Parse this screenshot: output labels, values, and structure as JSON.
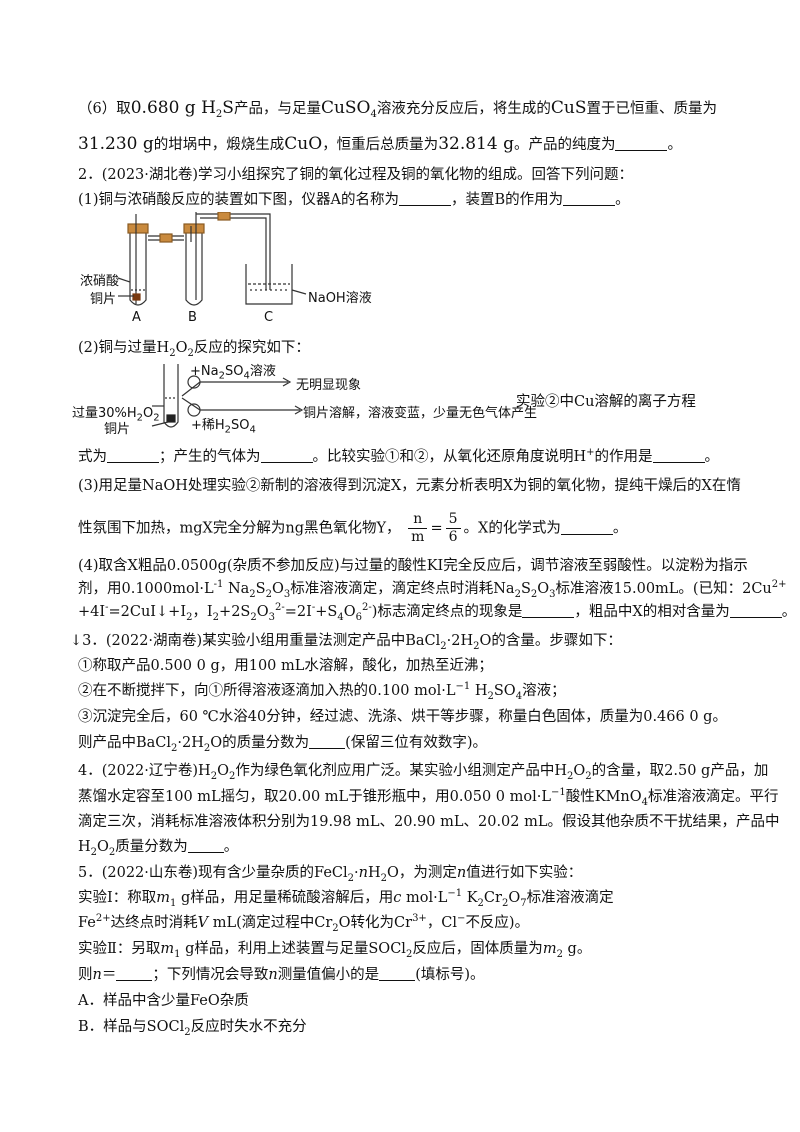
{
  "q6": {
    "l1_a": "（6）取",
    "l1_m": "0.680 g H",
    "l1_s1": "2",
    "l1_b": "S",
    "l1_c": "产品，与足量",
    "l1_d": "CuSO",
    "l1_s2": "4",
    "l1_e": "溶液充分反应后，将生成的",
    "l1_f": "CuS",
    "l1_g": "置于已恒重、质量为",
    "l2_a": "31.230 g",
    "l2_b": "的坩埚中，煅烧生成",
    "l2_c": "CuO",
    "l2_d": "，恒重后总质量为",
    "l2_e": "32.814 g",
    "l2_f": "。产品的纯度为",
    "l2_g": "。"
  },
  "p2": {
    "head": "2．(2023·湖北卷)学习小组探究了铜的氧化过程及铜的氧化物的组成。回答下列问题：",
    "q1_a": "(1)铜与浓硝酸反应的装置如下图，仪器A的名称为",
    "q1_b": "，装置B的作用为",
    "q1_c": "。",
    "fig1": {
      "acid": "浓硝酸",
      "copper": "铜片",
      "naoh": "NaOH溶液",
      "lab_a": "A",
      "lab_b": "B",
      "lab_c": "C"
    },
    "q2_a": "(2)铜与过量H",
    "q2_s1": "2",
    "q2_b": "O",
    "q2_s2": "2",
    "q2_c": "反应的探究如下：",
    "fig2": {
      "h2o2_a": "过量30%H",
      "h2o2_s1": "2",
      "h2o2_b": "O",
      "h2o2_s2": "2",
      "copper": "铜片",
      "c1": "①",
      "c2": "②",
      "add1_a": "+Na",
      "add1_s1": "2",
      "add1_b": "SO",
      "add1_s2": "4",
      "add1_c": "溶液",
      "res1": "无明显现象",
      "add2_a": "+稀H",
      "add2_s1": "2",
      "add2_b": "SO",
      "add2_s2": "4",
      "res2": "铜片溶解，溶液变蓝，少量无色气体产生"
    },
    "side_note": "实验②中Cu溶解的离子方程",
    "q2_l2_a": "式为",
    "q2_l2_b": "；产生的气体为",
    "q2_l2_c": "。比较实验①和②，从氧化还原角度说明H",
    "q2_l2_sup": "+",
    "q2_l2_d": "的作用是",
    "q2_l2_e": "。",
    "q3_l1": "(3)用足量NaOH处理实验②新制的溶液得到沉淀X，元素分析表明X为铜的氧化物，提纯干燥后的X在惰",
    "q3_l2_a": "性氛围下加热，mgX完全分解为ng黑色氧化物Y，",
    "frac_n": "n",
    "frac_m": "m",
    "eq": "=",
    "frac_5": "5",
    "frac_6": "6",
    "q3_l2_b": "。X的化学式为",
    "q3_l2_c": "。",
    "q4_l1": "(4)取含X粗品0.0500g(杂质不参加反应)与过量的酸性KI完全反应后，调节溶液至弱酸性。以淀粉为指示",
    "q4_l2_a": "剂，用0.1000mol·L",
    "q4_l2_sup1": "-1",
    "q4_l2_b": "Na",
    "q4_l2_s1": "2",
    "q4_l2_c": "S",
    "q4_l2_s2": "2",
    "q4_l2_d": "O",
    "q4_l2_s3": "3",
    "q4_l2_e": "标准溶液滴定，滴定终点时消耗Na",
    "q4_l2_s4": "2",
    "q4_l2_f": "S",
    "q4_l2_s5": "2",
    "q4_l2_g": "O",
    "q4_l2_s6": "3",
    "q4_l2_h": "标准溶液15.00mL。(已知：2Cu",
    "q4_l2_sup2": "2+",
    "q4_l3_a": "+4I",
    "q4_l3_sup1": "-",
    "q4_l3_b": "=2CuI↓+I",
    "q4_l3_s1": "2",
    "q4_l3_c": "，I",
    "q4_l3_s2": "2",
    "q4_l3_d": "+2S",
    "q4_l3_s3": "2",
    "q4_l3_e": "O",
    "q4_l3_s4": "3",
    "q4_l3_sup2": "2-",
    "q4_l3_f": "=2I",
    "q4_l3_sup3": "-",
    "q4_l3_g": "+S",
    "q4_l3_s5": "4",
    "q4_l3_h": "O",
    "q4_l3_s6": "6",
    "q4_l3_sup4": "2-",
    "q4_l3_i": ")标志滴定终点的现象是",
    "q4_l3_j": "，粗品中X的相对含量为",
    "q4_l3_k": "。"
  },
  "p3": {
    "head_a": "↓3．(2022·湖南卷)某实验小组用重量法测定产品中BaCl",
    "head_s1": "2",
    "head_b": "·2H",
    "head_s2": "2",
    "head_c": "O的含量。步骤如下：",
    "s1": "①称取产品0.500 0 g，用100 mL水溶解，酸化，加热至近沸；",
    "s2_a": "②在不断搅拌下，向①所得溶液逐滴加入热的0.100 mol·L",
    "s2_sup": "−1",
    "s2_b": " H",
    "s2_s1": "2",
    "s2_c": "SO",
    "s2_s2": "4",
    "s2_d": "溶液；",
    "s3": "③沉淀完全后，60 ℃水浴40分钟，经过滤、洗涤、烘干等步骤，称量白色固体，质量为0.466 0 g。",
    "ans_a": "则产品中BaCl",
    "ans_s1": "2",
    "ans_b": "·2H",
    "ans_s2": "2",
    "ans_c": "O的质量分数为",
    "ans_d": "(保留三位有效数字)。"
  },
  "p4": {
    "l1_a": "4．(2022·辽宁卷)H",
    "l1_s1": "2",
    "l1_b": "O",
    "l1_s2": "2",
    "l1_c": "作为绿色氧化剂应用广泛。某实验小组测定产品中H",
    "l1_s3": "2",
    "l1_d": "O",
    "l1_s4": "2",
    "l1_e": "的含量，取2.50 g产品，加",
    "l2_a": "蒸馏水定容至100 mL摇匀，取20.00 mL于锥形瓶中，用0.050 0 mol·L",
    "l2_sup": "−1",
    "l2_b": "酸性KMnO",
    "l2_s1": "4",
    "l2_c": "标准溶液滴定。平行",
    "l3": "滴定三次，消耗标准溶液体积分别为19.98 mL、20.90 mL、20.02 mL。假设其他杂质不干扰结果，产品中",
    "l4_a": "H",
    "l4_s1": "2",
    "l4_b": "O",
    "l4_s2": "2",
    "l4_c": "质量分数为",
    "l4_d": "。"
  },
  "p5": {
    "l1_a": "5．(2022·山东卷)现有含少量杂质的FeCl",
    "l1_s1": "2",
    "l1_b": "·",
    "l1_n": "n",
    "l1_c": "H",
    "l1_s2": "2",
    "l1_d": "O，为测定",
    "l1_n2": "n",
    "l1_e": "值进行如下实验：",
    "l2_a": "实验Ⅰ：称取",
    "l2_m": "m",
    "l2_s1": "1",
    "l2_b": " g样品，用足量稀硫酸溶解后，用",
    "l2_c": "c",
    "l2_d": " mol·L",
    "l2_sup": "−1",
    "l2_e": " K",
    "l2_s2": "2",
    "l2_f": "Cr",
    "l2_s3": "2",
    "l2_g": "O",
    "l2_s4": "7",
    "l2_h": "标准溶液滴定",
    "l3_a": "Fe",
    "l3_sup1": "2+",
    "l3_b": "达终点时消耗",
    "l3_v": "V",
    "l3_c": " mL(滴定过程中Cr",
    "l3_s1": "2",
    "l3_d": "O转化为Cr",
    "l3_sup2": "3+",
    "l3_e": "，Cl",
    "l3_sup3": "−",
    "l3_f": "不反应)。",
    "l4_a": "实验Ⅱ：另取",
    "l4_m": "m",
    "l4_s1": "1",
    "l4_b": " g样品，利用上述装置与足量SOCl",
    "l4_s2": "2",
    "l4_c": "反应后，固体质量为",
    "l4_m2": "m",
    "l4_s3": "2",
    "l4_d": " g。",
    "l5_a": "则",
    "l5_n": "n",
    "l5_b": "＝",
    "l5_c": "；下列情况会导致",
    "l5_n2": "n",
    "l5_d": "测量值偏小的是",
    "l5_e": "(填标号)。",
    "optA": "A．样品中含少量FeO杂质",
    "optB_a": "B．样品与SOCl",
    "optB_s1": "2",
    "optB_b": "反应时失水不充分"
  }
}
